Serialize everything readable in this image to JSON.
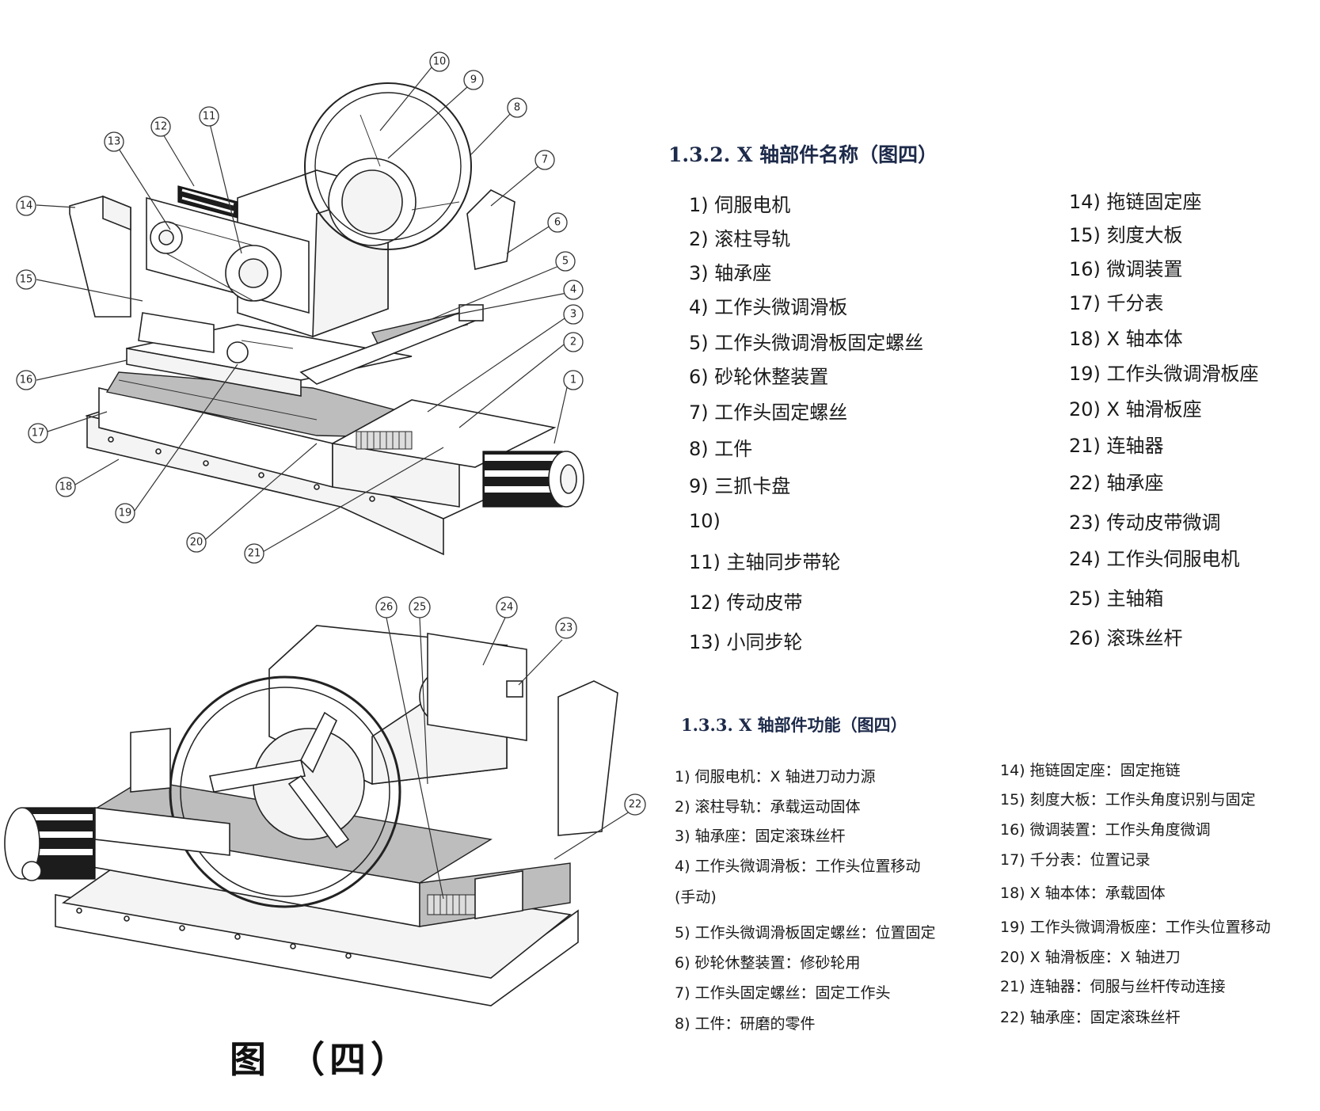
{
  "section_names": {
    "title": "1.3.2.  X 轴部件名称（图四）",
    "left": [
      "1)   伺服电机",
      "2)   滚柱导轨",
      "3)   轴承座",
      "4)   工作头微调滑板",
      "5)   工作头微调滑板固定螺丝",
      "6)   砂轮休整装置",
      "7)   工作头固定螺丝",
      "8)   工件",
      "9)   三抓卡盘",
      "10)",
      "11) 主轴同步带轮",
      "12) 传动皮带",
      "13) 小同步轮"
    ],
    "right": [
      "14) 拖链固定座",
      "15) 刻度大板",
      "16) 微调装置",
      "17) 千分表",
      "18) X 轴本体",
      "19) 工作头微调滑板座",
      "20) X 轴滑板座",
      "21) 连轴器",
      "22) 轴承座",
      "23) 传动皮带微调",
      "24) 工作头伺服电机",
      "25) 主轴箱",
      "26) 滚珠丝杆"
    ]
  },
  "section_functions": {
    "title": "1.3.3.  X 轴部件功能（图四）",
    "left": [
      "1)   伺服电机：X 轴进刀动力源",
      "2)   滚柱导轨：承载运动固体",
      "3)   轴承座：固定滚珠丝杆",
      "4)   工作头微调滑板：工作头位置移动",
      "     (手动)",
      "5)   工作头微调滑板固定螺丝：位置固定",
      "6)   砂轮休整装置：修砂轮用",
      "7)   工作头固定螺丝：固定工作头",
      "8)   工件：研磨的零件"
    ],
    "right": [
      "14) 拖链固定座：固定拖链",
      "15) 刻度大板：工作头角度识别与固定",
      "16) 微调装置：工作头角度微调",
      "17) 千分表：位置记录",
      "18) X 轴本体：承载固体",
      "19) 工作头微调滑板座：工作头位置移动",
      "20) X 轴滑板座：X 轴进刀",
      "21) 连轴器：伺服与丝杆传动连接",
      "22) 轴承座：固定滚珠丝杆"
    ]
  },
  "figure_caption": "图 （四）",
  "drawing_top_callouts": [
    "10",
    "9",
    "8",
    "7",
    "6",
    "5",
    "4",
    "3",
    "2",
    "1",
    "12",
    "11",
    "13",
    "14",
    "15",
    "16",
    "17",
    "18",
    "19",
    "20",
    "21"
  ],
  "drawing_bottom_callouts": [
    "26",
    "25",
    "24",
    "23",
    "22"
  ]
}
